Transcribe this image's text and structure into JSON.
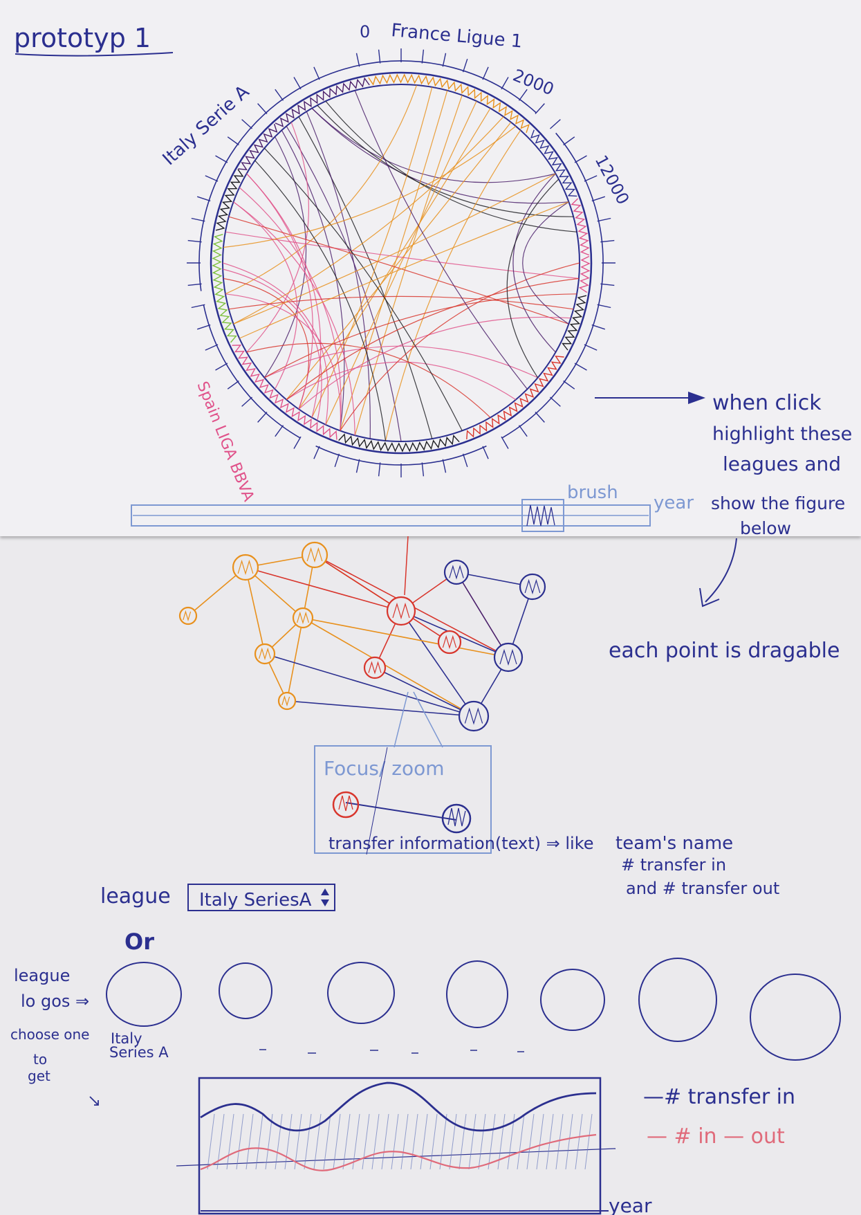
{
  "title": "prototyp 1",
  "chord": {
    "labels": {
      "france": "France Ligue 1",
      "italy": "Italy Serie A",
      "spain": "Spain LIGA BBVA"
    },
    "ticks": {
      "zero": "0",
      "t2000": "2000",
      "t12000": "12000"
    },
    "brush_label": "brush",
    "year_label": "year"
  },
  "annotations": {
    "click_note": [
      "when click",
      "highlight these",
      "leagues and",
      "show the figure",
      "below"
    ],
    "drag_note": "each point is dragable",
    "focus_label": "Focus/ zoom",
    "transfer_info": "transfer information(text) ⇒ like",
    "info_lines": [
      "team's name",
      "# transfer in",
      "and # transfer out"
    ]
  },
  "league_select": {
    "label": "league",
    "value": "Italy SeriesA",
    "or_label": "Or"
  },
  "league_logos": {
    "side_note": [
      "league",
      "lo gos ⇒",
      "choose one",
      "to",
      "get"
    ],
    "first_caption": [
      "Italy",
      "Series A"
    ]
  },
  "line_chart": {
    "x_label": "year",
    "legend": [
      {
        "label": "—# transfer in",
        "color": "#2b2f8f"
      },
      {
        "label": "— # in — out",
        "color": "#e06a7a"
      }
    ]
  },
  "colors": {
    "blue_ink": "#2b2f8f",
    "orange_ink": "#e8901c",
    "pink_ink": "#e0528a",
    "red_ink": "#d8352c",
    "purple_ink": "#4a1f6a",
    "green_ink": "#7bbf3a",
    "light_blue_ink": "#7d98d2",
    "black_ink": "#1d1d22"
  }
}
